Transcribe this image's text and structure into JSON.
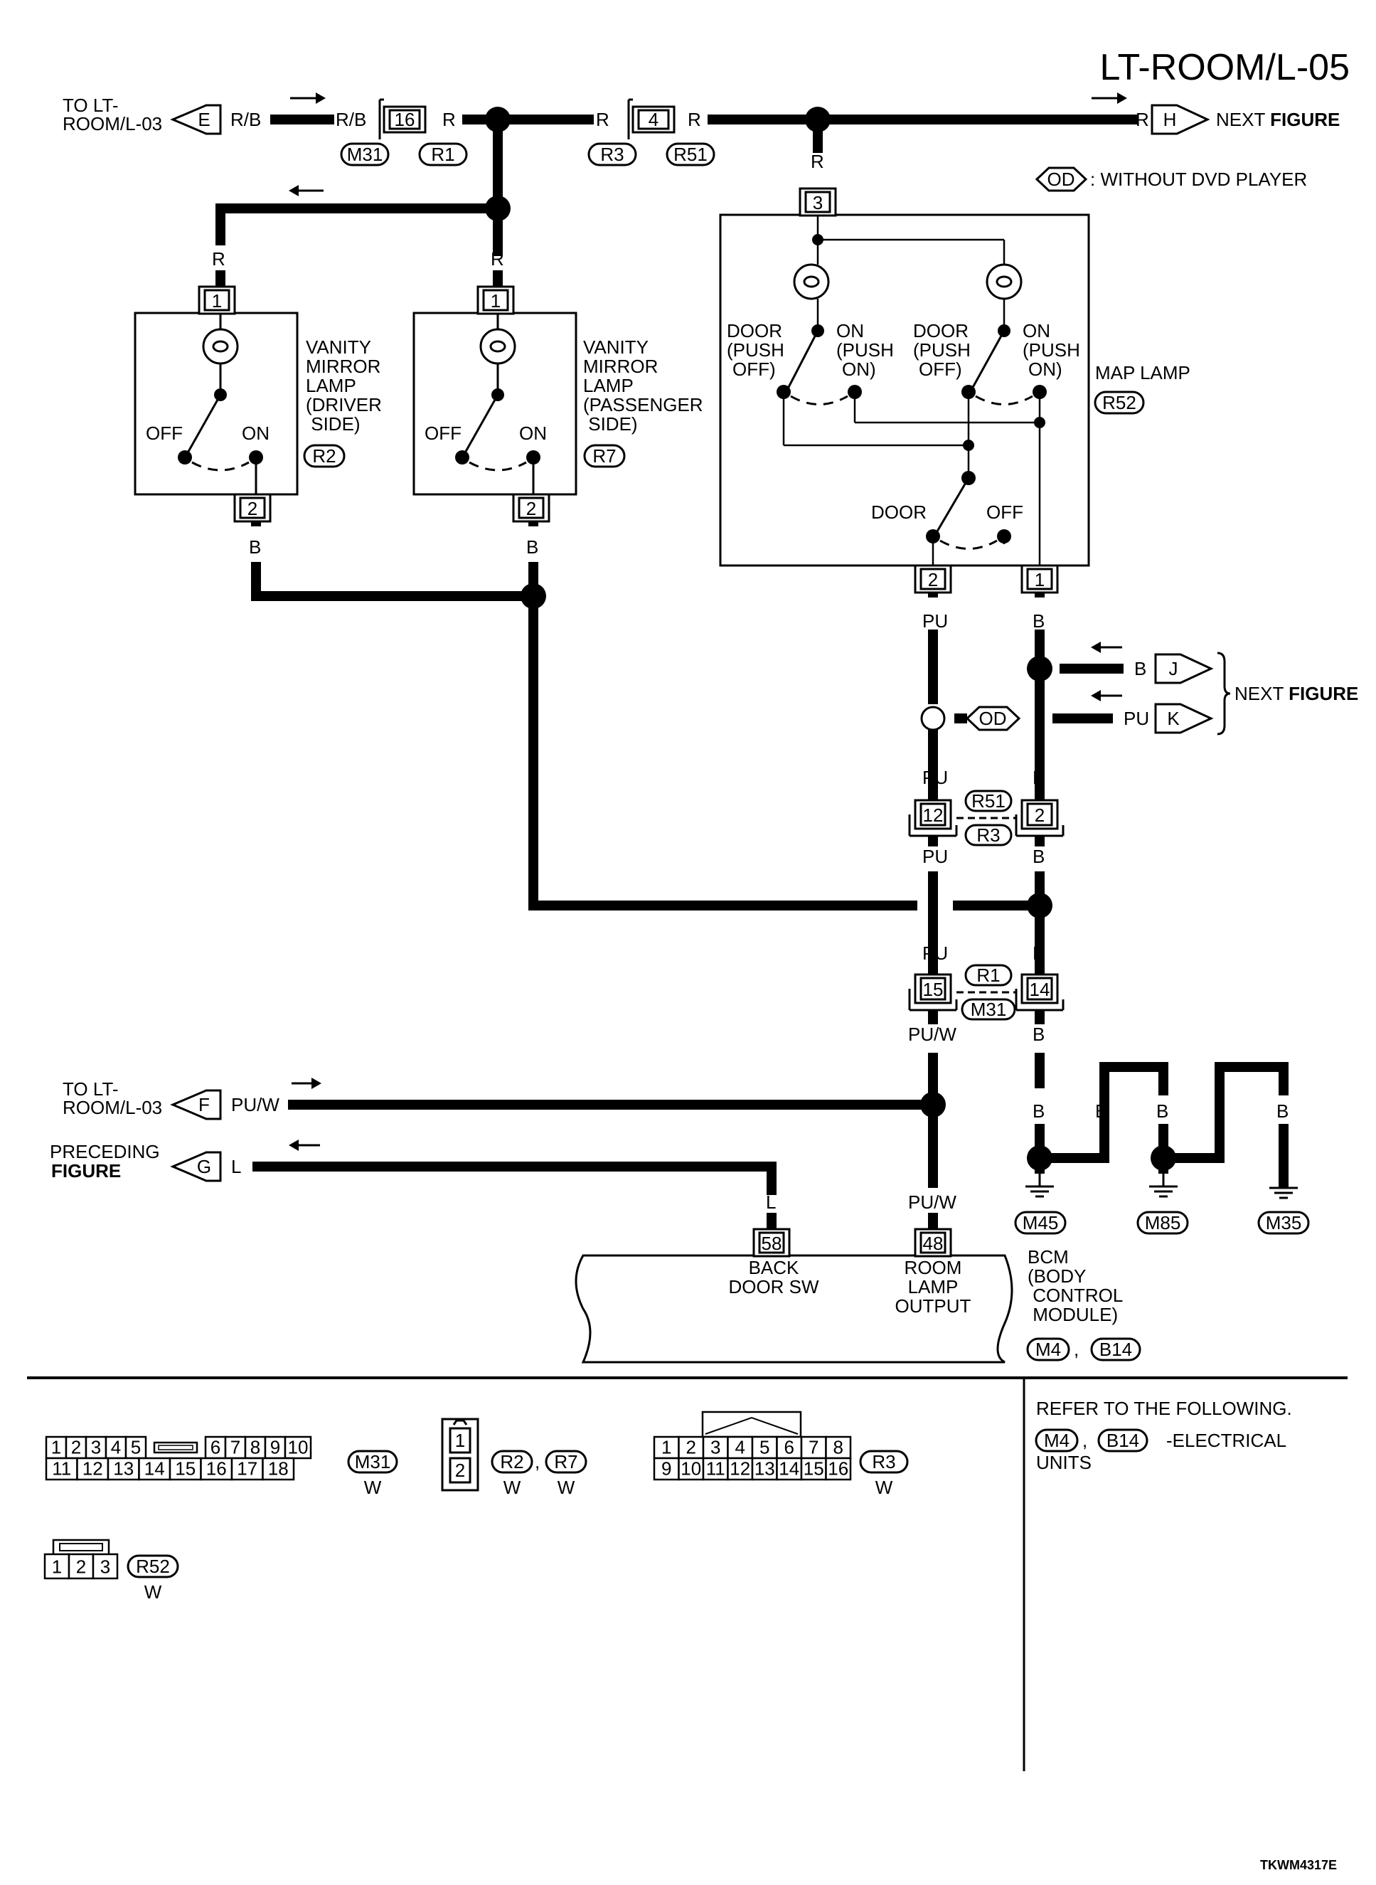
{
  "page": {
    "title": "LT-ROOM/L-05",
    "code": "TKWM4317E"
  },
  "offpage": {
    "to_lt_03_top": "TO LT-\nROOM/L-03",
    "to_lt_03_mid": "TO LT-\nROOM/L-03",
    "preceding": "PRECEDING",
    "figure_word": "FIGURE",
    "next": "NEXT",
    "figure_word2": "FIGURE",
    "next_mid": "NEXT",
    "figure_word3": "FIGURE"
  },
  "arrows": {
    "E": "E",
    "H": "H",
    "J": "J",
    "K": "K",
    "F": "F",
    "G": "G"
  },
  "wire_colors": {
    "rb1": "R/B",
    "rb2": "R/B",
    "r1": "R",
    "r2": "R",
    "r3": "R",
    "r4": "R",
    "r5": "R",
    "r6": "R",
    "r7": "R",
    "b1": "B",
    "b2": "B",
    "b3": "B",
    "b4": "B",
    "b5": "B",
    "b6": "B",
    "b7": "B",
    "b8": "B",
    "b9": "B",
    "b10": "B",
    "b11": "B",
    "b12": "B",
    "b13": "B",
    "b14": "B",
    "pu1": "PU",
    "pu2": "PU",
    "pu3": "PU",
    "pu4": "PU",
    "pu5": "PU",
    "puw1": "PU/W",
    "puw2": "PU/W",
    "puw3": "PU/W",
    "l1": "L",
    "l2": "L"
  },
  "pins": {
    "j16": "16",
    "j4": "4",
    "map3": "3",
    "vd1": "1",
    "vp1": "1",
    "vd2": "2",
    "vp2": "2",
    "map2": "2",
    "map1": "1",
    "j12": "12",
    "j2": "2",
    "j15": "15",
    "j14": "14",
    "bcm58": "58",
    "bcm48": "48"
  },
  "connectors": {
    "m31": "M31",
    "r1": "R1",
    "r3": "R3",
    "r51": "R51",
    "r2": "R2",
    "r7": "R7",
    "r52": "R52",
    "r51b": "R51",
    "r3b": "R3",
    "r1b": "R1",
    "m31b": "M31",
    "m45": "M45",
    "m85": "M85",
    "m35": "M35",
    "m4": "M4",
    "b14": "B14",
    "od_legend": "OD",
    "od_wire": "OD",
    "m4b": "M4",
    "b14b": "B14"
  },
  "legend": {
    "od_text": ": WITHOUT DVD PLAYER"
  },
  "components": {
    "vanity_driver": [
      "VANITY",
      "MIRROR",
      "LAMP",
      "(DRIVER",
      " SIDE)"
    ],
    "vanity_passenger": [
      "VANITY",
      "MIRROR",
      "LAMP",
      "(PASSENGER",
      " SIDE)"
    ],
    "map_lamp": "MAP LAMP",
    "bcm": [
      "BCM",
      "(BODY",
      " CONTROL",
      " MODULE)"
    ],
    "back_door_sw": [
      "BACK",
      "DOOR SW"
    ],
    "room_lamp_output": [
      "ROOM",
      "LAMP",
      "OUTPUT"
    ]
  },
  "switch_labels": {
    "off_d": "OFF",
    "on_d": "ON",
    "off_p": "OFF",
    "on_p": "ON",
    "door1": [
      "DOOR",
      "(PUSH",
      "OFF)"
    ],
    "on1": [
      "ON",
      "(PUSH",
      "ON)"
    ],
    "door2": [
      "DOOR",
      "(PUSH",
      "OFF)"
    ],
    "on2": [
      "ON",
      "(PUSH",
      "ON)"
    ],
    "door3": "DOOR",
    "off3": "OFF"
  },
  "refer": {
    "line1": "REFER TO THE FOLLOWING.",
    "sep": ",",
    "suffix": "-ELECTRICAL",
    "line3": "UNITS"
  },
  "connector_views": {
    "m31_top": [
      "1",
      "2",
      "3",
      "4",
      "5",
      "6",
      "7",
      "8",
      "9",
      "10"
    ],
    "m31_bottom": [
      "11",
      "12",
      "13",
      "14",
      "15",
      "16",
      "17",
      "18"
    ],
    "m31_color": "W",
    "r2_pins": [
      "1",
      "2"
    ],
    "r2_color": "W",
    "r7_color": "W",
    "comma": ",",
    "r3_top": [
      "1",
      "2",
      "3",
      "4",
      "5",
      "6",
      "7",
      "8"
    ],
    "r3_bottom": [
      "9",
      "10",
      "11",
      "12",
      "13",
      "14",
      "15",
      "16"
    ],
    "r3_color": "W",
    "r52_pins": [
      "1",
      "2",
      "3"
    ],
    "r52_color": "W"
  }
}
